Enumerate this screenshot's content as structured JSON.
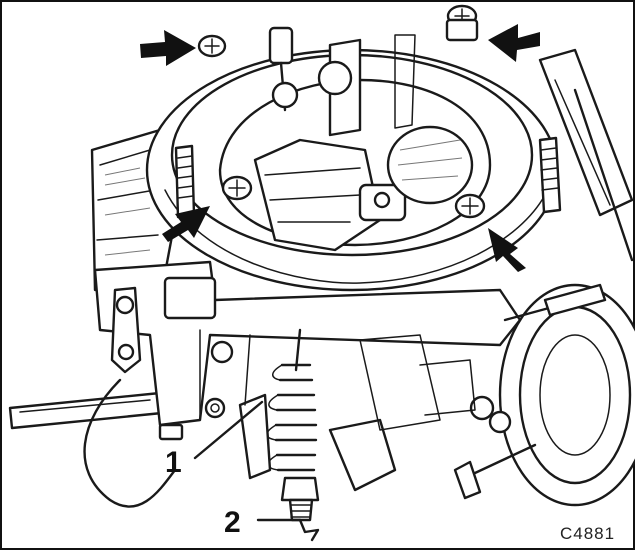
{
  "figure": {
    "code": "C4881",
    "callouts": [
      {
        "number": "1"
      },
      {
        "number": "2"
      }
    ],
    "arrow_count": 4
  },
  "colors": {
    "ink": "#1a1a1a",
    "paper": "#ffffff"
  }
}
